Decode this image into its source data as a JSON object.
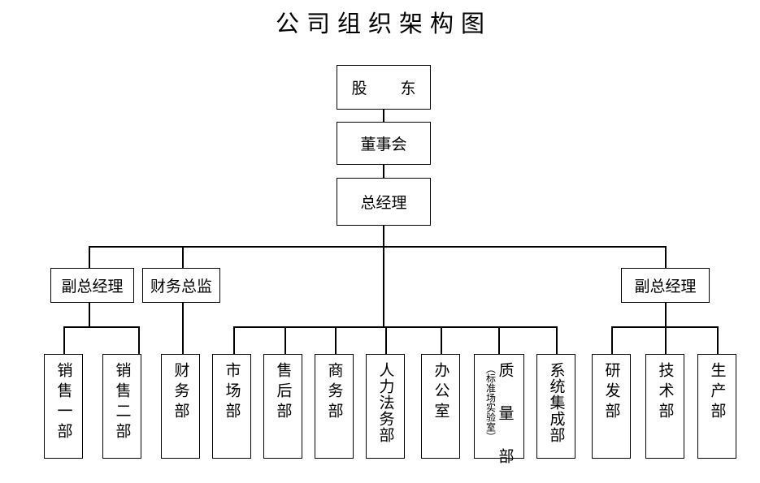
{
  "title": "公司组织架构图",
  "chart_data": {
    "type": "diagram",
    "diagram_kind": "organization-chart",
    "title": "公司组织架构图",
    "levels": [
      {
        "level": 1,
        "nodes": [
          "股　东"
        ]
      },
      {
        "level": 2,
        "nodes": [
          "董事会"
        ]
      },
      {
        "level": 3,
        "nodes": [
          "总经理"
        ]
      },
      {
        "level": 4,
        "nodes": [
          "副总经理",
          "财务总监",
          "副总经理"
        ]
      },
      {
        "level": 5,
        "nodes": [
          "销售一部",
          "销售二部",
          "财务部",
          "市场部",
          "售后部",
          "商务部",
          "人力法务部",
          "办公室",
          "质量部（标准场实验室）",
          "系统集成部",
          "研发部",
          "技术部",
          "生产部"
        ]
      }
    ],
    "edges": [
      {
        "from": "股东",
        "to": "董事会"
      },
      {
        "from": "董事会",
        "to": "总经理"
      },
      {
        "from": "总经理",
        "to": "副总经理(左)"
      },
      {
        "from": "总经理",
        "to": "财务总监"
      },
      {
        "from": "总经理",
        "to": "副总经理(右)"
      },
      {
        "from": "总经理",
        "to": "中部门组"
      },
      {
        "from": "副总经理(左)",
        "to": "销售一部"
      },
      {
        "from": "副总经理(左)",
        "to": "销售二部"
      },
      {
        "from": "财务总监",
        "to": "财务部"
      },
      {
        "from": "中部门组",
        "to": "市场部"
      },
      {
        "from": "中部门组",
        "to": "售后部"
      },
      {
        "from": "中部门组",
        "to": "商务部"
      },
      {
        "from": "中部门组",
        "to": "人力法务部"
      },
      {
        "from": "中部门组",
        "to": "办公室"
      },
      {
        "from": "中部门组",
        "to": "质量部"
      },
      {
        "from": "中部门组",
        "to": "系统集成部"
      },
      {
        "from": "副总经理(右)",
        "to": "研发部"
      },
      {
        "from": "副总经理(右)",
        "to": "技术部"
      },
      {
        "from": "副总经理(右)",
        "to": "生产部"
      }
    ]
  },
  "nodes": {
    "shareholders": "股　东",
    "board": "董事会",
    "general_manager": "总经理",
    "deputy_gm_left": "副总经理",
    "cfo": "财务总监",
    "deputy_gm_right": "副总经理",
    "sales_dept_1": "销售一部",
    "sales_dept_2": "销售二部",
    "finance_dept": "财务部",
    "marketing_dept": "市场部",
    "after_sales_dept": "售后部",
    "business_dept": "商务部",
    "hr_legal_dept": "人力法务部",
    "office": "办公室",
    "quality_dept": "质 量 部",
    "quality_dept_note": "（标准场实验室）",
    "system_integration_dept": "系统集成部",
    "rnd_dept": "研发部",
    "tech_dept": "技术部",
    "production_dept": "生产部"
  },
  "colors": {
    "background": "#ffffff",
    "line": "#000000",
    "text": "#000000"
  }
}
